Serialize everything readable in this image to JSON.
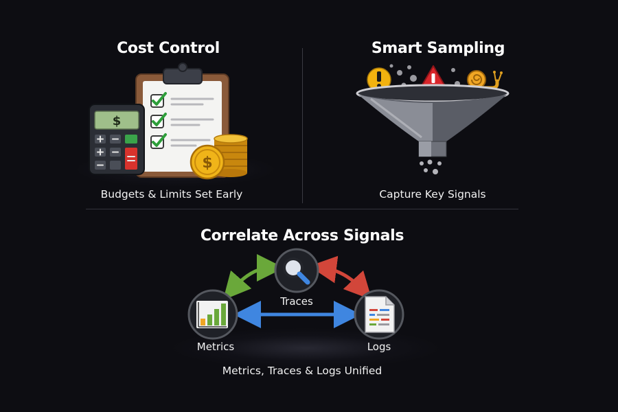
{
  "panels": {
    "cost": {
      "title": "Cost Control",
      "caption": "Budgets & Limits Set Early",
      "icon": "calculator-clipboard-coins-icon",
      "calculator_display": "$",
      "coin_symbol": "$"
    },
    "sampling": {
      "title": "Smart Sampling",
      "caption": "Capture Key Signals",
      "icon": "funnel-icon",
      "signal_icons": [
        "info-exclamation-icon",
        "warning-triangle-icon",
        "snail-icon"
      ]
    },
    "correlate": {
      "title": "Correlate Across Signals",
      "caption": "Metrics, Traces & Logs Unified",
      "nodes": {
        "traces": "Traces",
        "metrics": "Metrics",
        "logs": "Logs"
      }
    }
  },
  "colors": {
    "background": "#0d0d12",
    "check_green": "#2e9e3a",
    "coin_gold": "#f0b419",
    "warning_red": "#d9262b",
    "info_yellow": "#f2b20f",
    "arrow_green": "#6aa83a",
    "arrow_red": "#d2463a",
    "arrow_blue": "#3f86e0"
  }
}
